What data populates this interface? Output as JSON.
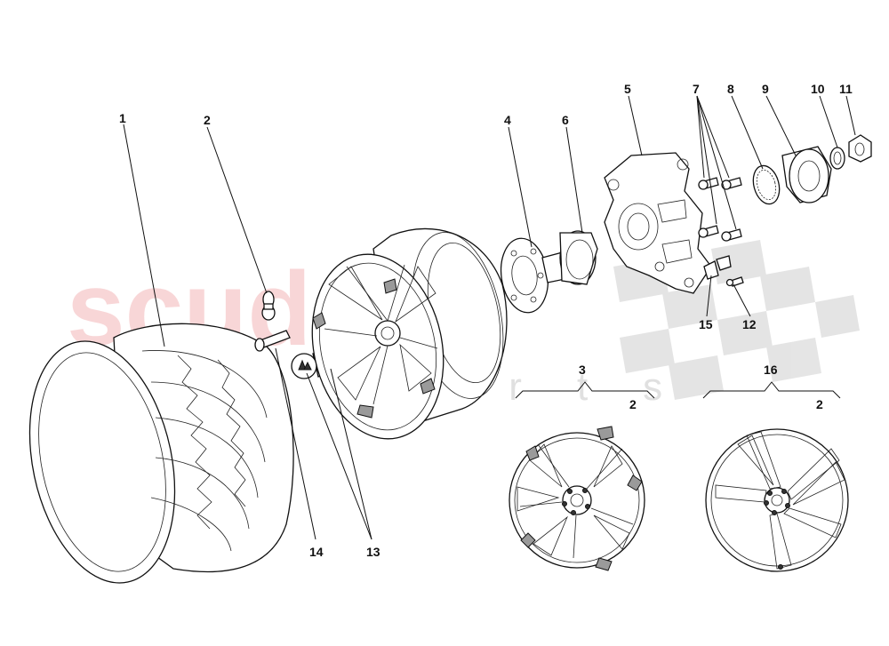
{
  "watermark": {
    "brand": "scuderia",
    "sub": "car parts"
  },
  "callouts": [
    {
      "id": "1",
      "label": "1"
    },
    {
      "id": "2",
      "label": "2"
    },
    {
      "id": "3",
      "label": "3"
    },
    {
      "id": "4",
      "label": "4"
    },
    {
      "id": "5",
      "label": "5"
    },
    {
      "id": "6",
      "label": "6"
    },
    {
      "id": "7",
      "label": "7"
    },
    {
      "id": "8",
      "label": "8"
    },
    {
      "id": "9",
      "label": "9"
    },
    {
      "id": "10",
      "label": "10"
    },
    {
      "id": "11",
      "label": "11"
    },
    {
      "id": "12",
      "label": "12"
    },
    {
      "id": "13",
      "label": "13"
    },
    {
      "id": "14",
      "label": "14"
    },
    {
      "id": "15",
      "label": "15"
    },
    {
      "id": "16",
      "label": "16"
    }
  ],
  "quantities": {
    "variant_3": "2",
    "variant_16": "2"
  },
  "parts": [
    {
      "ref": "1",
      "icon": "tire-icon"
    },
    {
      "ref": "2",
      "icon": "valve-icon"
    },
    {
      "ref": "3",
      "icon": "rim-variant-a-icon"
    },
    {
      "ref": "4",
      "icon": "brake-disc-plate-icon"
    },
    {
      "ref": "5",
      "icon": "wheel-carrier-icon"
    },
    {
      "ref": "6",
      "icon": "wheel-hub-icon"
    },
    {
      "ref": "7",
      "icon": "bolts-icon"
    },
    {
      "ref": "8",
      "icon": "abs-ring-icon"
    },
    {
      "ref": "9",
      "icon": "bearing-icon"
    },
    {
      "ref": "10",
      "icon": "washer-icon"
    },
    {
      "ref": "11",
      "icon": "hub-nut-icon"
    },
    {
      "ref": "12",
      "icon": "screw-icon"
    },
    {
      "ref": "13",
      "icon": "wheel-cap-icon"
    },
    {
      "ref": "14",
      "icon": "wheel-bolt-icon"
    },
    {
      "ref": "15",
      "icon": "sensor-icon"
    },
    {
      "ref": "16",
      "icon": "rim-variant-b-icon"
    }
  ]
}
